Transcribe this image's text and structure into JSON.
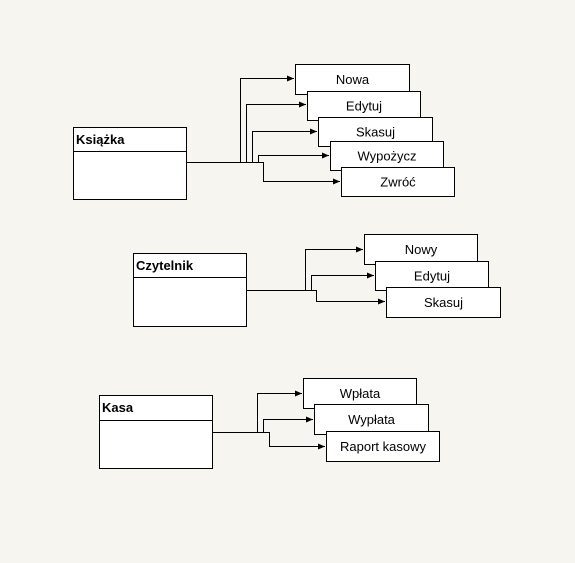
{
  "diagram": {
    "entities": [
      {
        "name": "Książka",
        "operations": [
          "Nowa",
          "Edytuj",
          "Skasuj",
          "Wypożycz",
          "Zwróć"
        ]
      },
      {
        "name": "Czytelnik",
        "operations": [
          "Nowy",
          "Edytuj",
          "Skasuj"
        ]
      },
      {
        "name": "Kasa",
        "operations": [
          "Wpłata",
          "Wypłata",
          "Raport kasowy"
        ]
      }
    ]
  }
}
